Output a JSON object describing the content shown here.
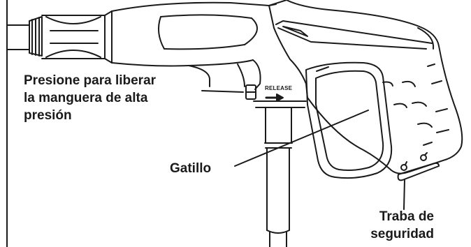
{
  "diagram": {
    "callouts": {
      "release": [
        "Presione para liberar",
        "la manguera de alta",
        "presión"
      ],
      "trigger": "Gatillo",
      "safety_lock": [
        "Traba de",
        "seguridad"
      ]
    },
    "embossed_text": "RELEASE",
    "colors": {
      "stroke": "#1a1a1a",
      "fill": "#ffffff"
    }
  }
}
